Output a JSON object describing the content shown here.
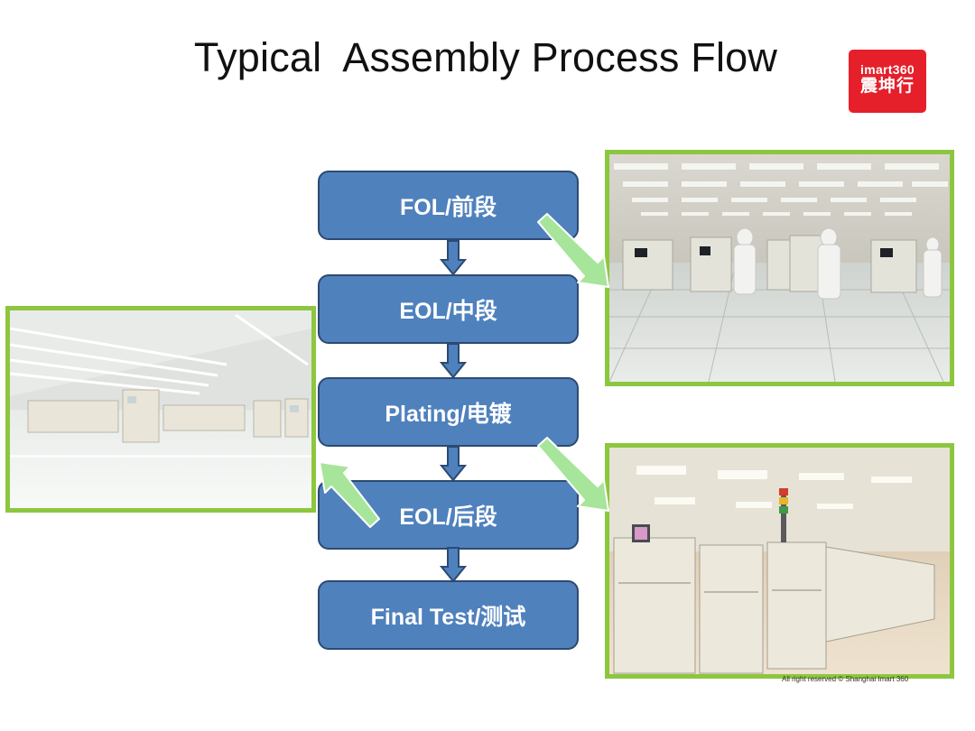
{
  "slide": {
    "title": "Typical  Assembly Process Flow",
    "logo": {
      "line1": "imart360",
      "line2": "震坤行"
    },
    "footer": "All right reserved © Shanghai Imart 360"
  },
  "process_flow": {
    "steps": [
      {
        "label": "FOL/前段"
      },
      {
        "label": "EOL/中段"
      },
      {
        "label": "Plating/电镀"
      },
      {
        "label": "EOL/后段"
      },
      {
        "label": "Final Test/测试"
      }
    ]
  },
  "colors": {
    "step_fill": "#4f81bd",
    "step_border": "#2c4a72",
    "photo_border": "#8dc63f",
    "arrow_green": "#a6e59a",
    "logo_red": "#e5202b"
  }
}
